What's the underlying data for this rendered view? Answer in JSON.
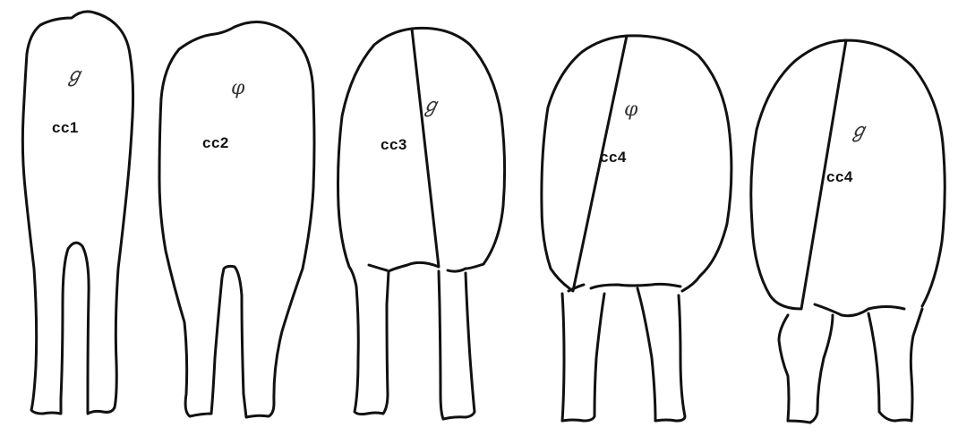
{
  "figures": [
    {
      "label": "cc1",
      "symbol": "ℊ"
    },
    {
      "label": "cc2",
      "symbol": "φ"
    },
    {
      "label": "cc3",
      "symbol": "ℊ"
    },
    {
      "label": "cc4",
      "symbol": "φ"
    },
    {
      "label": "cc4",
      "symbol": "ℊ"
    }
  ],
  "colors": {
    "ink": "#111111",
    "background": "#ffffff"
  }
}
